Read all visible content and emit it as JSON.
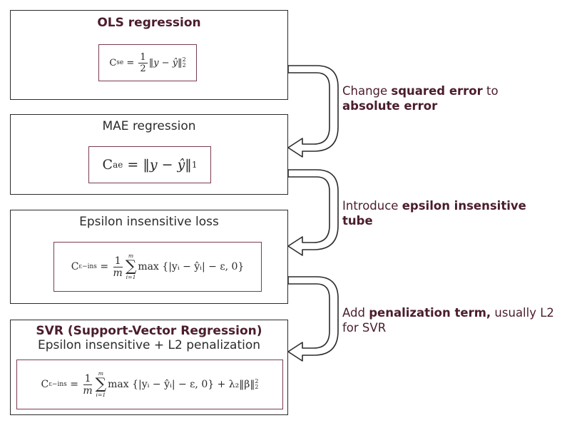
{
  "boxes": [
    {
      "title": "OLS regression"
    },
    {
      "title": "MAE regression"
    },
    {
      "title": "Epsilon insensitive loss"
    },
    {
      "title": "SVR (Support-Vector Regression)",
      "subtitle": "Epsilon insensitive + L2 penalization"
    }
  ],
  "formulas": {
    "ols": {
      "lhs": "C",
      "sub": "se",
      "half_num": "1",
      "half_den": "2",
      "body": "‖y − ŷ‖",
      "exp_sup": "2",
      "exp_sub": "2"
    },
    "mae": {
      "lhs": "C",
      "sub": "ae",
      "body": "‖y − ŷ‖",
      "exp_sub": "1"
    },
    "eps": {
      "lhs": "C",
      "sub": "ε−ins",
      "frac_num": "1",
      "frac_den": "m",
      "sum_top": "m",
      "sum_bot": "i=1",
      "body": "max {|yᵢ − ŷᵢ| − ε, 0}"
    },
    "svr": {
      "lhs": "C",
      "sub": "ε−ins",
      "frac_num": "1",
      "frac_den": "m",
      "sum_top": "m",
      "sum_bot": "i=1",
      "body": "max {|yᵢ − ŷᵢ| − ε, 0} + λ₂‖β‖",
      "exp_sup": "2",
      "exp_sub": "2"
    }
  },
  "notes": [
    {
      "pre": "Change ",
      "bold1": "squared error",
      "mid": " to",
      "bold2": "absolute error",
      "post": ""
    },
    {
      "pre": "Introduce ",
      "bold1": "epsilon insensitive",
      "bold2": "tube",
      "post": ""
    },
    {
      "pre": "Add ",
      "bold1": "penalization term,",
      "mid": " usually L2",
      "line2": "for SVR"
    }
  ],
  "colors": {
    "accent": "#4b1d2c",
    "formula_border": "#7a3d4e",
    "box_border": "#2b2b2b"
  }
}
